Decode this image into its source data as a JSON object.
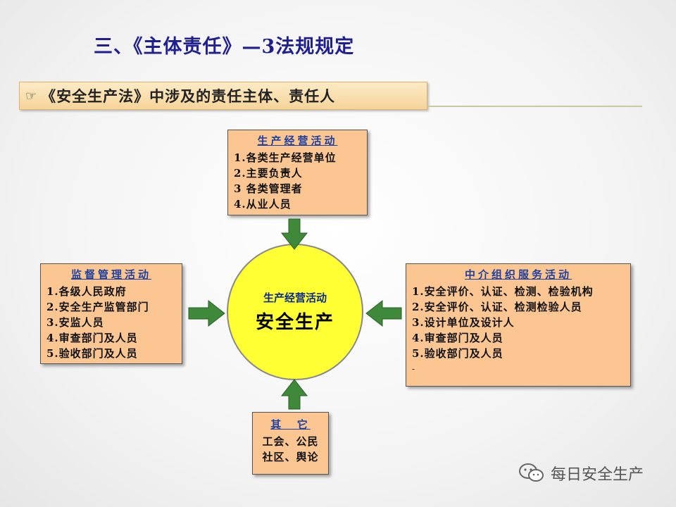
{
  "title": "三、《主体责任》—3法规规定",
  "subtitle": {
    "icon": "pointing-hand-icon",
    "text": "《安全生产法》中涉及的责任主体、责任人"
  },
  "center": {
    "small": "生产经营活动",
    "big": "安全生产"
  },
  "boxes": {
    "top": {
      "heading": "生产经营活动",
      "items": [
        "1.各类生产经营单位",
        "2.主要负责人",
        "3 各类管理者",
        "4.从业人员"
      ]
    },
    "left": {
      "heading": "监督管理活动",
      "items": [
        "1.各级人民政府",
        "2.安全生产监管部门",
        "3.安监人员",
        "4.审查部门及人员",
        "5.验收部门及人员"
      ]
    },
    "right": {
      "heading": "中介组织服务活动",
      "items": [
        "1.安全评价、认证、检测、检验机构",
        "2.安全评价、认证、检测检验人员",
        "3.设计单位及设计人",
        "4.审查部门及人员",
        "5.验收部门及人员"
      ],
      "trailing": "-"
    },
    "bottom": {
      "heading": "其  它",
      "items": [
        "工会、公民",
        "社区、舆论"
      ]
    }
  },
  "colors": {
    "arrow": "#3e8a3a",
    "box_fill": "#fbc691",
    "circle_fill": "#ffff33",
    "title": "#1f1f8f"
  },
  "watermark": {
    "icon": "wechat-icon",
    "text": "每日安全生产"
  }
}
